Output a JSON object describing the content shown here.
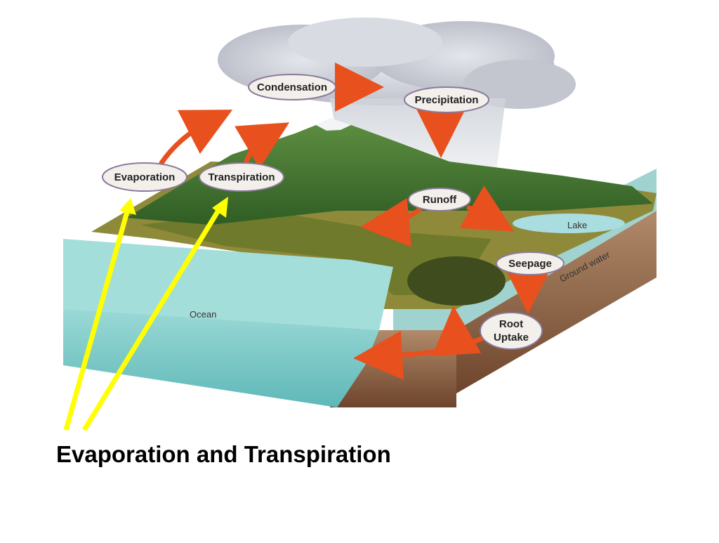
{
  "diagram": {
    "labels": {
      "condensation": "Condensation",
      "precipitation": "Precipitation",
      "evaporation": "Evaporation",
      "transpiration": "Transpiration",
      "runoff": "Runoff",
      "seepage": "Seepage",
      "root_uptake_line1": "Root",
      "root_uptake_line2": "Uptake",
      "lake": "Lake",
      "ground_water": "Ground water",
      "ocean": "Ocean"
    },
    "colors": {
      "flow_arrow": "#e8501e",
      "pointer_arrow": "#ffff00",
      "ocean": "#7fcfcf",
      "ground": "#8a5a3c",
      "vegetation": "#4d7d2a",
      "cloud": "#c8c8cf"
    }
  },
  "caption": "Evaporation and Transpiration"
}
